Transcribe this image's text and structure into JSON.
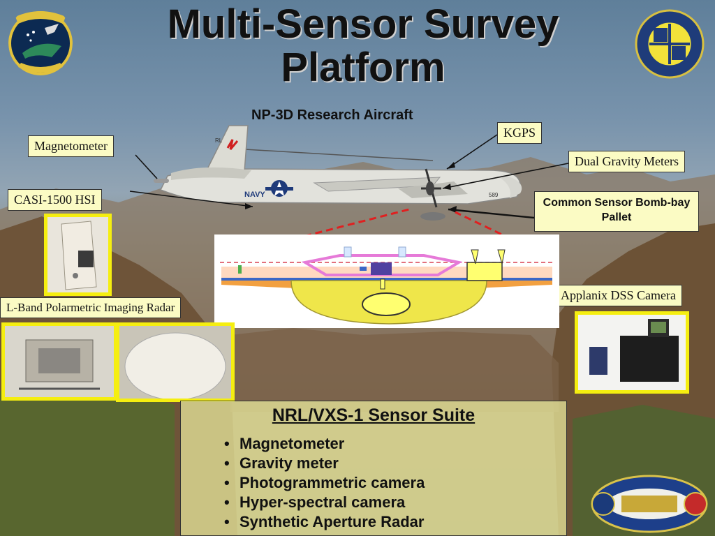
{
  "header": {
    "title_line1": "Multi-Sensor Survey",
    "title_line2": "Platform",
    "subtitle": "NP-3D Research Aircraft"
  },
  "logos": {
    "left": "warlocks-vxs1-squadron-patch",
    "right": "naval-research-laboratory-seal",
    "bottom_right": "onr-department-of-the-navy-science-technology-logo"
  },
  "aircraft": {
    "tail_code": "RL",
    "fuselage_text": "NAVY",
    "nose_number": "589"
  },
  "callouts": {
    "magnetometer": "Magnetometer",
    "kgps": "KGPS",
    "dual_gravity": "Dual Gravity Meters",
    "casi": "CASI-1500 HSI",
    "pallet": "Common Sensor Bomb-bay Pallet",
    "applanix": "Applanix DSS Camera",
    "lband": "L-Band Polarmetric Imaging Radar"
  },
  "suite": {
    "heading": "NRL/VXS-1 Sensor Suite",
    "items": [
      "Magnetometer",
      "Gravity meter",
      "Photogrammetric camera",
      "Hyper-spectral camera",
      "Synthetic Aperture Radar"
    ]
  },
  "colors": {
    "label_bg": "#fbfbc4",
    "photo_frame": "#f5ee10",
    "dashed_line": "#e02020"
  }
}
